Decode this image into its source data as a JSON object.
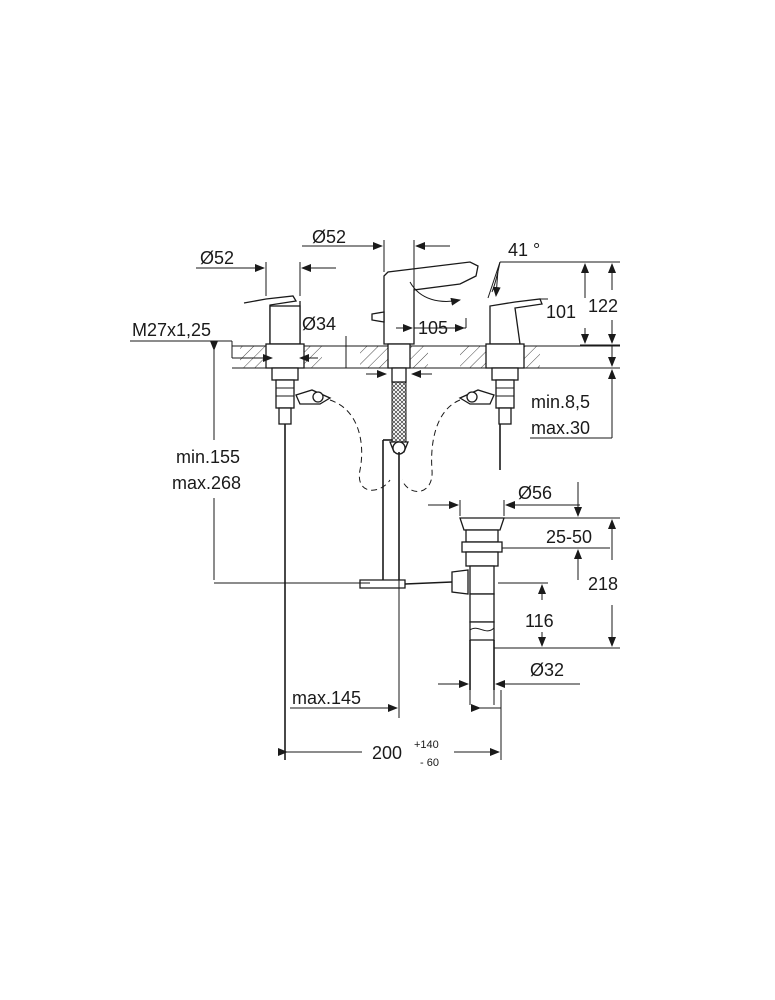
{
  "labels": {
    "handle_left_diameter": "Ø52",
    "spout_diameter": "Ø52",
    "spout_angle": "41 °",
    "thread": "M27x1,25",
    "hole_diameter": "Ø34",
    "spout_reach": "105",
    "handle_height": "101",
    "total_height": "122",
    "deck_thickness_min": "min.8,5",
    "deck_thickness_max": "max.30",
    "hose_length_min": "min.155",
    "hose_length_max": "max.268",
    "drain_diameter": "Ø56",
    "drain_adjust": "25-50",
    "drain_total": "218",
    "drain_depth": "116",
    "drain_pipe_diameter": "Ø32",
    "rod_max": "max.145",
    "spread_nominal": "200",
    "spread_plus": "+140",
    "spread_minus": "- 60"
  },
  "colors": {
    "line": "#1a1a1a",
    "background": "#ffffff"
  }
}
